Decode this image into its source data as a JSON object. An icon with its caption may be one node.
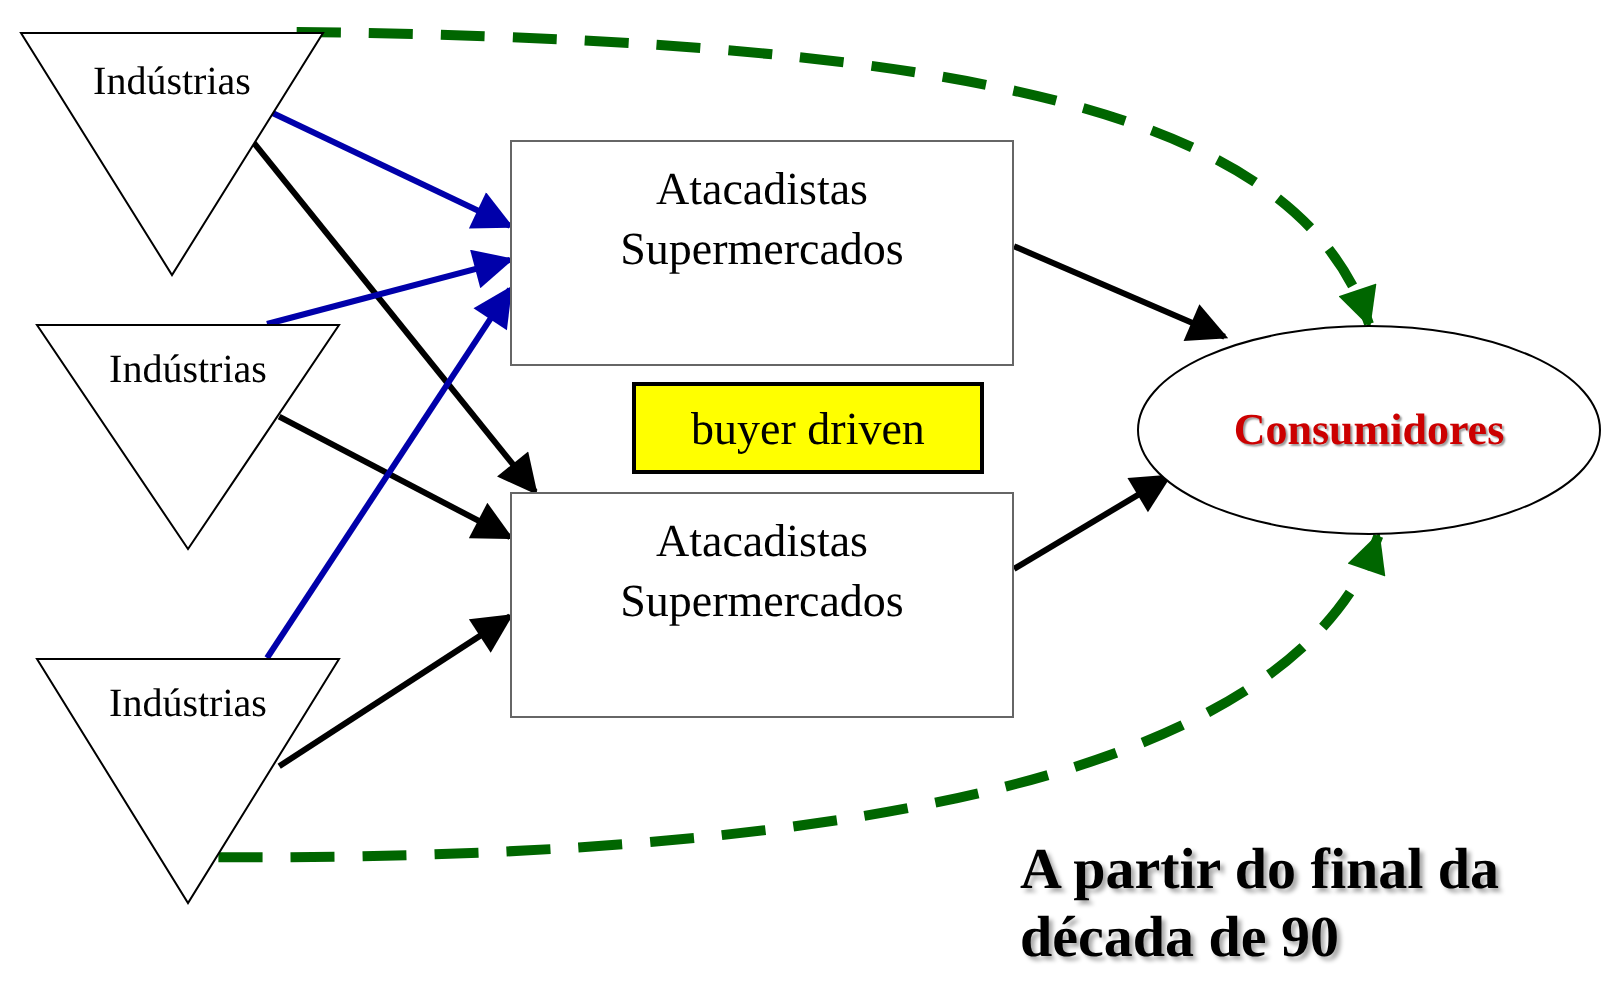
{
  "diagram": {
    "nodes": [
      {
        "text": [
          "Indústrias"
        ]
      },
      {
        "text": [
          "Indústrias"
        ]
      },
      {
        "text": [
          "Indústrias"
        ]
      },
      {
        "text": [
          "Atacadistas Supermercados"
        ]
      },
      {
        "text": [
          "Atacadistas Supermercados"
        ]
      },
      {
        "text": [
          "buyer driven"
        ]
      },
      {
        "text": [
          "Consumidores"
        ]
      }
    ],
    "edges": [
      {
        "from": 0,
        "to": 3,
        "arrow": "to",
        "color": "#0000aa"
      },
      {
        "from": 0,
        "to": 4,
        "arrow": "to"
      },
      {
        "from": 1,
        "to": 3,
        "arrow": "to",
        "color": "#0000aa"
      },
      {
        "from": 1,
        "to": 4,
        "arrow": "to"
      },
      {
        "from": 2,
        "to": 3,
        "arrow": "to",
        "color": "#0000aa"
      },
      {
        "from": 2,
        "to": 4,
        "arrow": "to"
      },
      {
        "from": 3,
        "to": 6,
        "arrow": "to"
      },
      {
        "from": 4,
        "to": 6,
        "arrow": "to"
      },
      {
        "from": 0,
        "to": 6,
        "arrow": "to",
        "style": "dashed",
        "color": "#006600"
      },
      {
        "from": 2,
        "to": 6,
        "arrow": "to",
        "style": "dashed",
        "color": "#006600"
      }
    ],
    "labels": [
      "A partir do final da década de 90"
    ]
  }
}
